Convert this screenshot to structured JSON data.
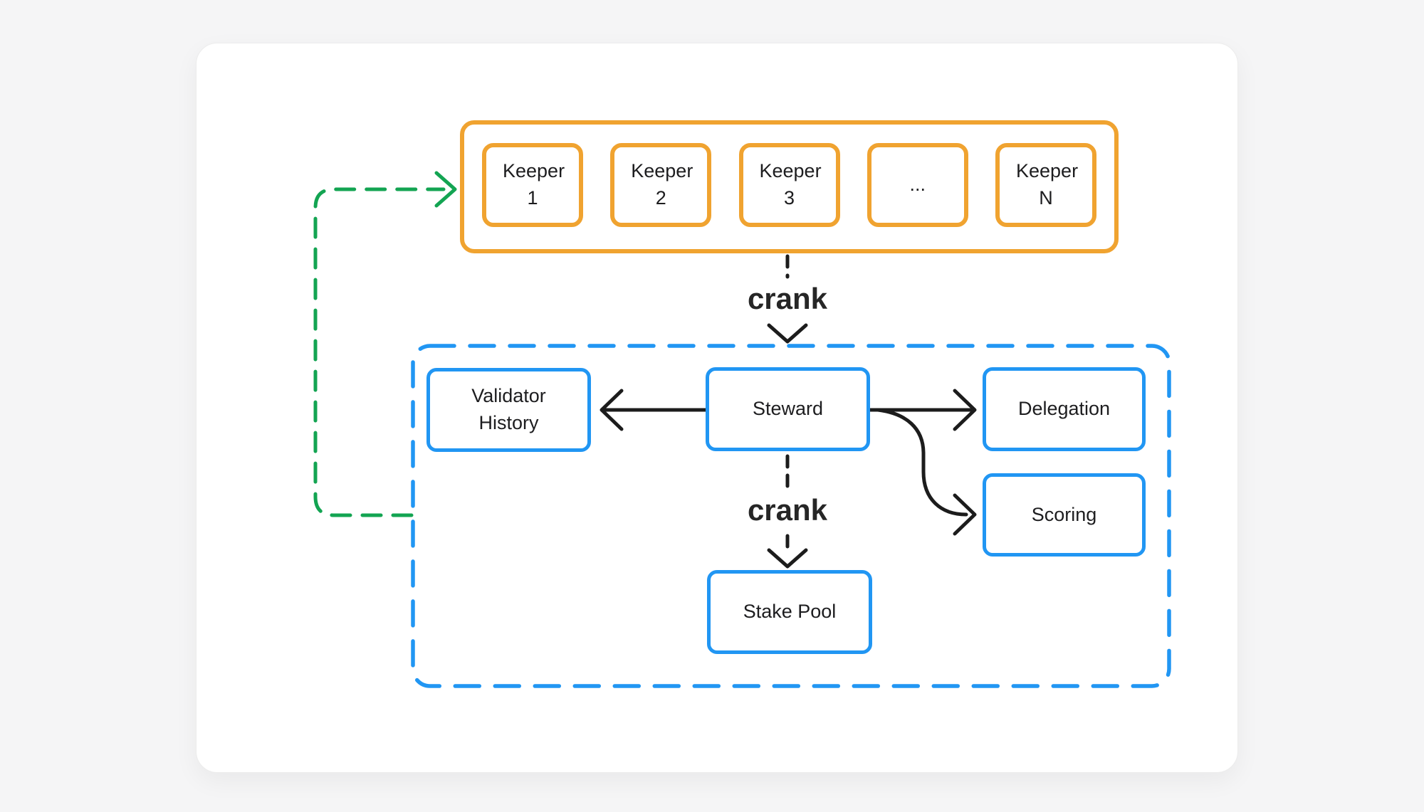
{
  "diagram": {
    "keeper_cluster": {
      "keepers": [
        "Keeper 1",
        "Keeper 2",
        "Keeper 3",
        "...",
        "Keeper N"
      ]
    },
    "steward_cluster": {
      "nodes": {
        "validator_history": "Validator History",
        "steward": "Steward",
        "delegation": "Delegation",
        "scoring": "Scoring",
        "stake_pool": "Stake Pool"
      }
    },
    "edge_labels": {
      "crank_top": "crank",
      "crank_bottom": "crank"
    }
  },
  "colors": {
    "orange": "#F0A330",
    "blue": "#2196F3",
    "green": "#13A452",
    "ink": "#1C1C1C",
    "text": "#1D1D1F",
    "page-bg": "#F5F5F6",
    "card-bg": "#FFFFFF"
  }
}
